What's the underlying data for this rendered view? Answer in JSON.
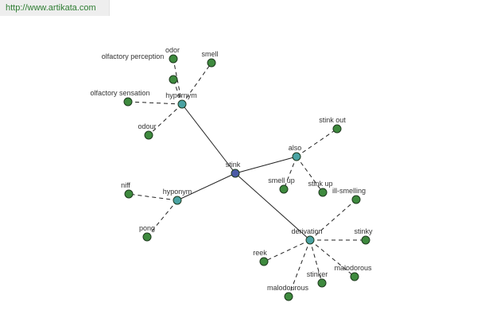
{
  "header": {
    "url": "http://www.artikata.com"
  },
  "colors": {
    "root_node": "#4a5aa6",
    "relation_node": "#4aa3a3",
    "term_node": "#3e8a3e",
    "node_stroke": "#1e3a1e",
    "edge": "#222222",
    "url_text": "#2e7d32"
  },
  "graph": {
    "root": "stink",
    "relations": [
      {
        "label": "hypernym",
        "terms": [
          "olfactory perception",
          "odor",
          "smell",
          "olfactory sensation",
          "odour"
        ]
      },
      {
        "label": "hyponym",
        "terms": [
          "niff",
          "pong"
        ]
      },
      {
        "label": "also",
        "terms": [
          "stink out",
          "smell up",
          "stink up"
        ]
      },
      {
        "label": "derivation",
        "terms": [
          "ill-smelling",
          "stinky",
          "reek",
          "malodorous",
          "stinker",
          "malodourous"
        ]
      }
    ]
  }
}
